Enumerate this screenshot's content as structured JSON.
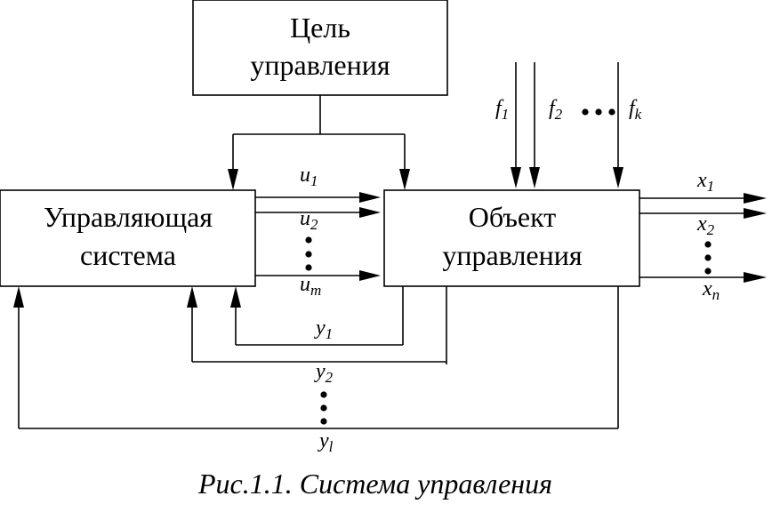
{
  "goal_block": {
    "line1": "Цель",
    "line2": "управления"
  },
  "controller_block": {
    "line1": "Управляющая",
    "line2": "система"
  },
  "object_block": {
    "line1": "Объект",
    "line2": "управления"
  },
  "controls": [
    {
      "base": "u",
      "sub": "1"
    },
    {
      "base": "u",
      "sub": "2"
    },
    {
      "base": "u",
      "sub": "m"
    }
  ],
  "disturbances": [
    {
      "base": "f",
      "sub": "1"
    },
    {
      "base": "f",
      "sub": "2"
    },
    {
      "base": "f",
      "sub": "k"
    }
  ],
  "outputs": [
    {
      "base": "x",
      "sub": "1"
    },
    {
      "base": "x",
      "sub": "2"
    },
    {
      "base": "x",
      "sub": "n"
    }
  ],
  "measurements": [
    {
      "base": "y",
      "sub": "1"
    },
    {
      "base": "y",
      "sub": "2"
    },
    {
      "base": "y",
      "sub": "l"
    }
  ],
  "caption": "Рис.1.1. Система управления"
}
